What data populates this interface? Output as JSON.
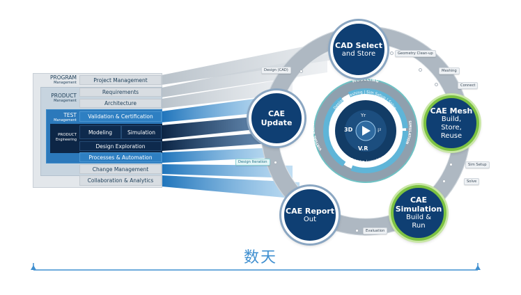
{
  "layers": {
    "program": {
      "main": "PROGRAM",
      "sub": "Management"
    },
    "product": {
      "main": "PRODUCT",
      "sub": "Management"
    },
    "test": {
      "main": "TEST",
      "sub": "Management"
    },
    "engineering": {
      "main": "PRODUCT",
      "sub": "Engineering"
    }
  },
  "bars": {
    "project_management": "Project Management",
    "requirements": "Requirements",
    "architecture": "Architecture",
    "validation": "Validation & Certification",
    "modeling": "Modeling",
    "simulation": "Simulation",
    "design_exploration": "Design Exploration",
    "processes": "Processes & Automation",
    "change_management": "Change Management",
    "collaboration": "Collaboration & Analytics"
  },
  "nodes": {
    "cad": {
      "l1": "CAD Select",
      "l2": "and Store"
    },
    "mesh": {
      "l1": "CAE Mesh",
      "l2": "Build,",
      "l3": "Store,",
      "l4": "Reuse"
    },
    "simulation": {
      "l1": "CAE",
      "l2": "Simulation",
      "l3": "Build &",
      "l4": "Run"
    },
    "report": {
      "l1": "CAE Report",
      "l2": "Out"
    },
    "update": {
      "l1": "CAE",
      "l2": "Update"
    }
  },
  "tags": {
    "geometry_cleanup": "Geometry Clean-up",
    "meshing": "Meshing",
    "connect": "Connect",
    "design_cad": "Design (CAD)",
    "design_iteration": "Design Iteration",
    "sim_setup": "Sim Setup",
    "solve": "Solve",
    "evaluation": "Evaluation"
  },
  "hub": {
    "modeling": "MODELING",
    "design_ring": "Design | Meshing | Sim Setup | Solve",
    "simulation": "SIMULATION",
    "evaluation_ring": "Evaluation | Decision Making",
    "virtual_validation": "VIRTUAL VALIDATION",
    "label_3d": "3D",
    "label_vr": "V.R",
    "label_yr": "Yr",
    "label_i": "i²"
  },
  "timeline": {
    "label": "数天"
  },
  "colors": {
    "dark_navy": "#0e2a4d",
    "mid_blue": "#2e7fc2",
    "light_gray": "#d8dde2",
    "node_green": "#7cc242",
    "node_navy": "#0f3f73",
    "timeline_blue": "#3f8fd0"
  }
}
